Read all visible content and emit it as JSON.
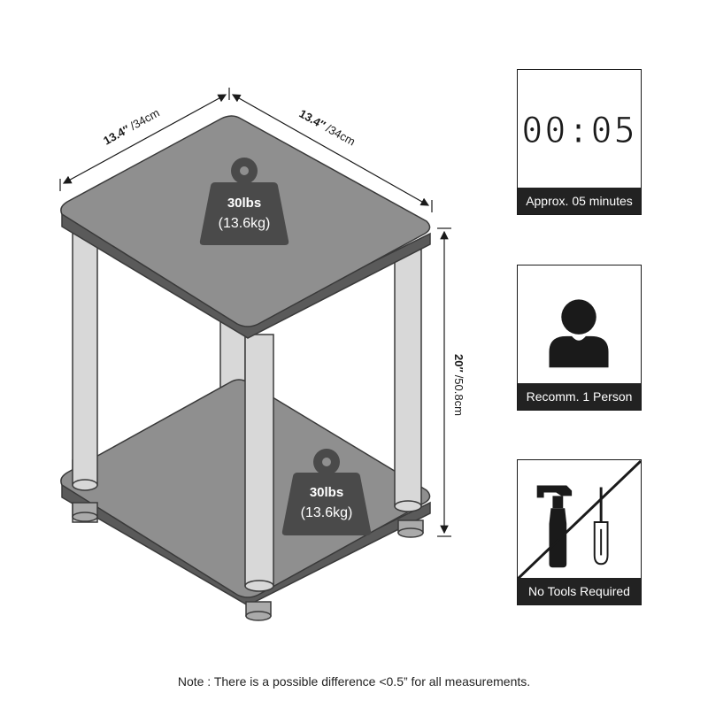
{
  "dimensions": {
    "width_left": {
      "inch": "13.4″",
      "cm": "/34cm"
    },
    "width_right": {
      "inch": "13.4″",
      "cm": "/34cm"
    },
    "height": {
      "inch": "20″",
      "cm": "/50.8cm"
    }
  },
  "weight_capacity": {
    "top_shelf": {
      "lbs": "30lbs",
      "kg": "(13.6kg)"
    },
    "bottom_shelf": {
      "lbs": "30lbs",
      "kg": "(13.6kg)"
    }
  },
  "info_panels": [
    {
      "display": "00:05",
      "caption": "Approx. 05 minutes",
      "icon": "timer-icon"
    },
    {
      "caption": "Recomm. 1 Person",
      "icon": "person-icon"
    },
    {
      "caption": "No Tools Required",
      "icon": "no-tools-icon"
    }
  ],
  "note": "Note : There is a possible difference <0.5” for all measurements.",
  "colors": {
    "shelf": "#8f8f8f",
    "shelf_edge": "#3a3a3a",
    "post": "#d8d8d8",
    "weight_icon": "#4a4a4a",
    "caption_bg": "#222222"
  }
}
